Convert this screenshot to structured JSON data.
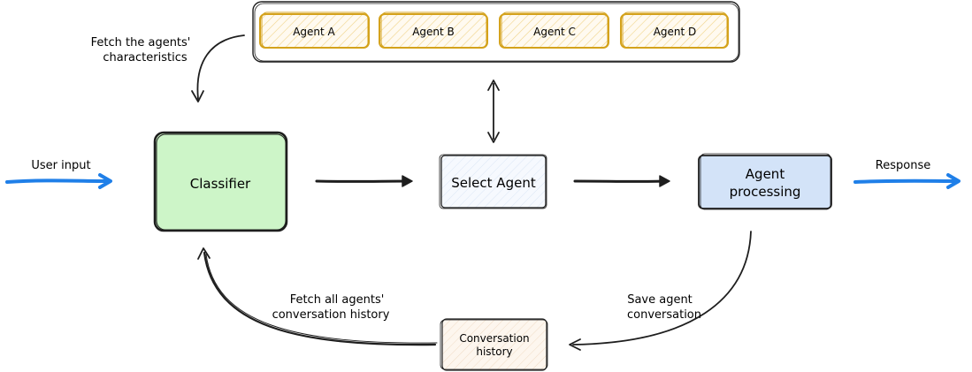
{
  "title": "",
  "agents_pool": {
    "agents": [
      {
        "label": "Agent A"
      },
      {
        "label": "Agent B"
      },
      {
        "label": "Agent C"
      },
      {
        "label": "Agent D"
      }
    ]
  },
  "nodes": {
    "classifier": "Classifier",
    "select_agent": "Select Agent",
    "agent_processing_line1": "Agent",
    "agent_processing_line2": "processing",
    "conversation_history_line1": "Conversation",
    "conversation_history_line2": "history"
  },
  "edge_labels": {
    "user_input": "User input",
    "response": "Response",
    "fetch_characteristics_line1": "Fetch the agents'",
    "fetch_characteristics_line2": "characteristics",
    "fetch_history_line1": "Fetch all agents'",
    "fetch_history_line2": "conversation history",
    "save_conversation_line1": "Save agent",
    "save_conversation_line2": "conversation"
  },
  "colors": {
    "agent_stroke": "#d4a21c",
    "agent_fill": "#fdf3dc",
    "classifier_fill": "#cdf5c8",
    "select_agent_fill": "#eef3fb",
    "processing_fill": "#d3e3f8",
    "history_fill": "#f9ece0",
    "io_arrow": "#1f7fe8",
    "ink": "#1e1e1e"
  }
}
